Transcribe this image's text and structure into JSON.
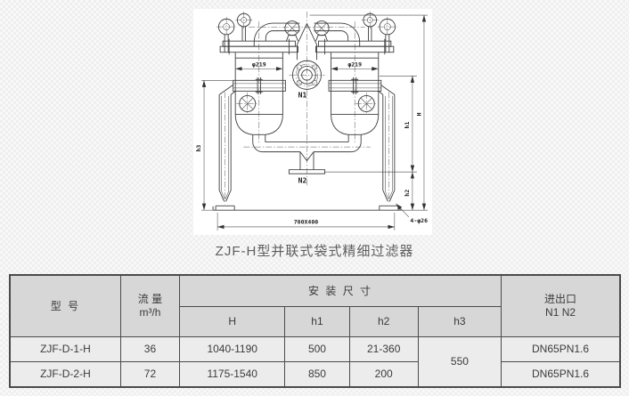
{
  "title": "ZJF-H型并联式袋式精细过滤器",
  "drawing": {
    "dim_phi_left": "φ219",
    "dim_phi_right": "φ219",
    "nozzle_inlet_label": "N1",
    "nozzle_outlet_label": "N2",
    "dim_h1_label": "h1",
    "dim_h2_label": "h2",
    "dim_h3_label": "h3",
    "dim_height_label": "H",
    "dim_base_label": "700X400",
    "dim_boltholes_label": "4-φ26"
  },
  "table": {
    "headers": {
      "model": "型 号",
      "flow_line1": "流 量",
      "flow_line2": "m³/h",
      "install_dims": "安 装 尺 寸",
      "col_H": "H",
      "col_h1": "h1",
      "col_h2": "h2",
      "col_h3": "h3",
      "inlet_outlet_line1": "进出口",
      "inlet_outlet_line2": "N1 N2"
    },
    "rows": [
      {
        "model": "ZJF-D-1-H",
        "flow": "36",
        "H": "1040-1190",
        "h1": "500",
        "h2": "21-360",
        "inlet_outlet": "DN65PN1.6"
      },
      {
        "model": "ZJF-D-2-H",
        "flow": "72",
        "H": "1175-1540",
        "h1": "850",
        "h2": "200",
        "inlet_outlet": "DN65PN1.6"
      }
    ],
    "h3_merged": "550"
  }
}
